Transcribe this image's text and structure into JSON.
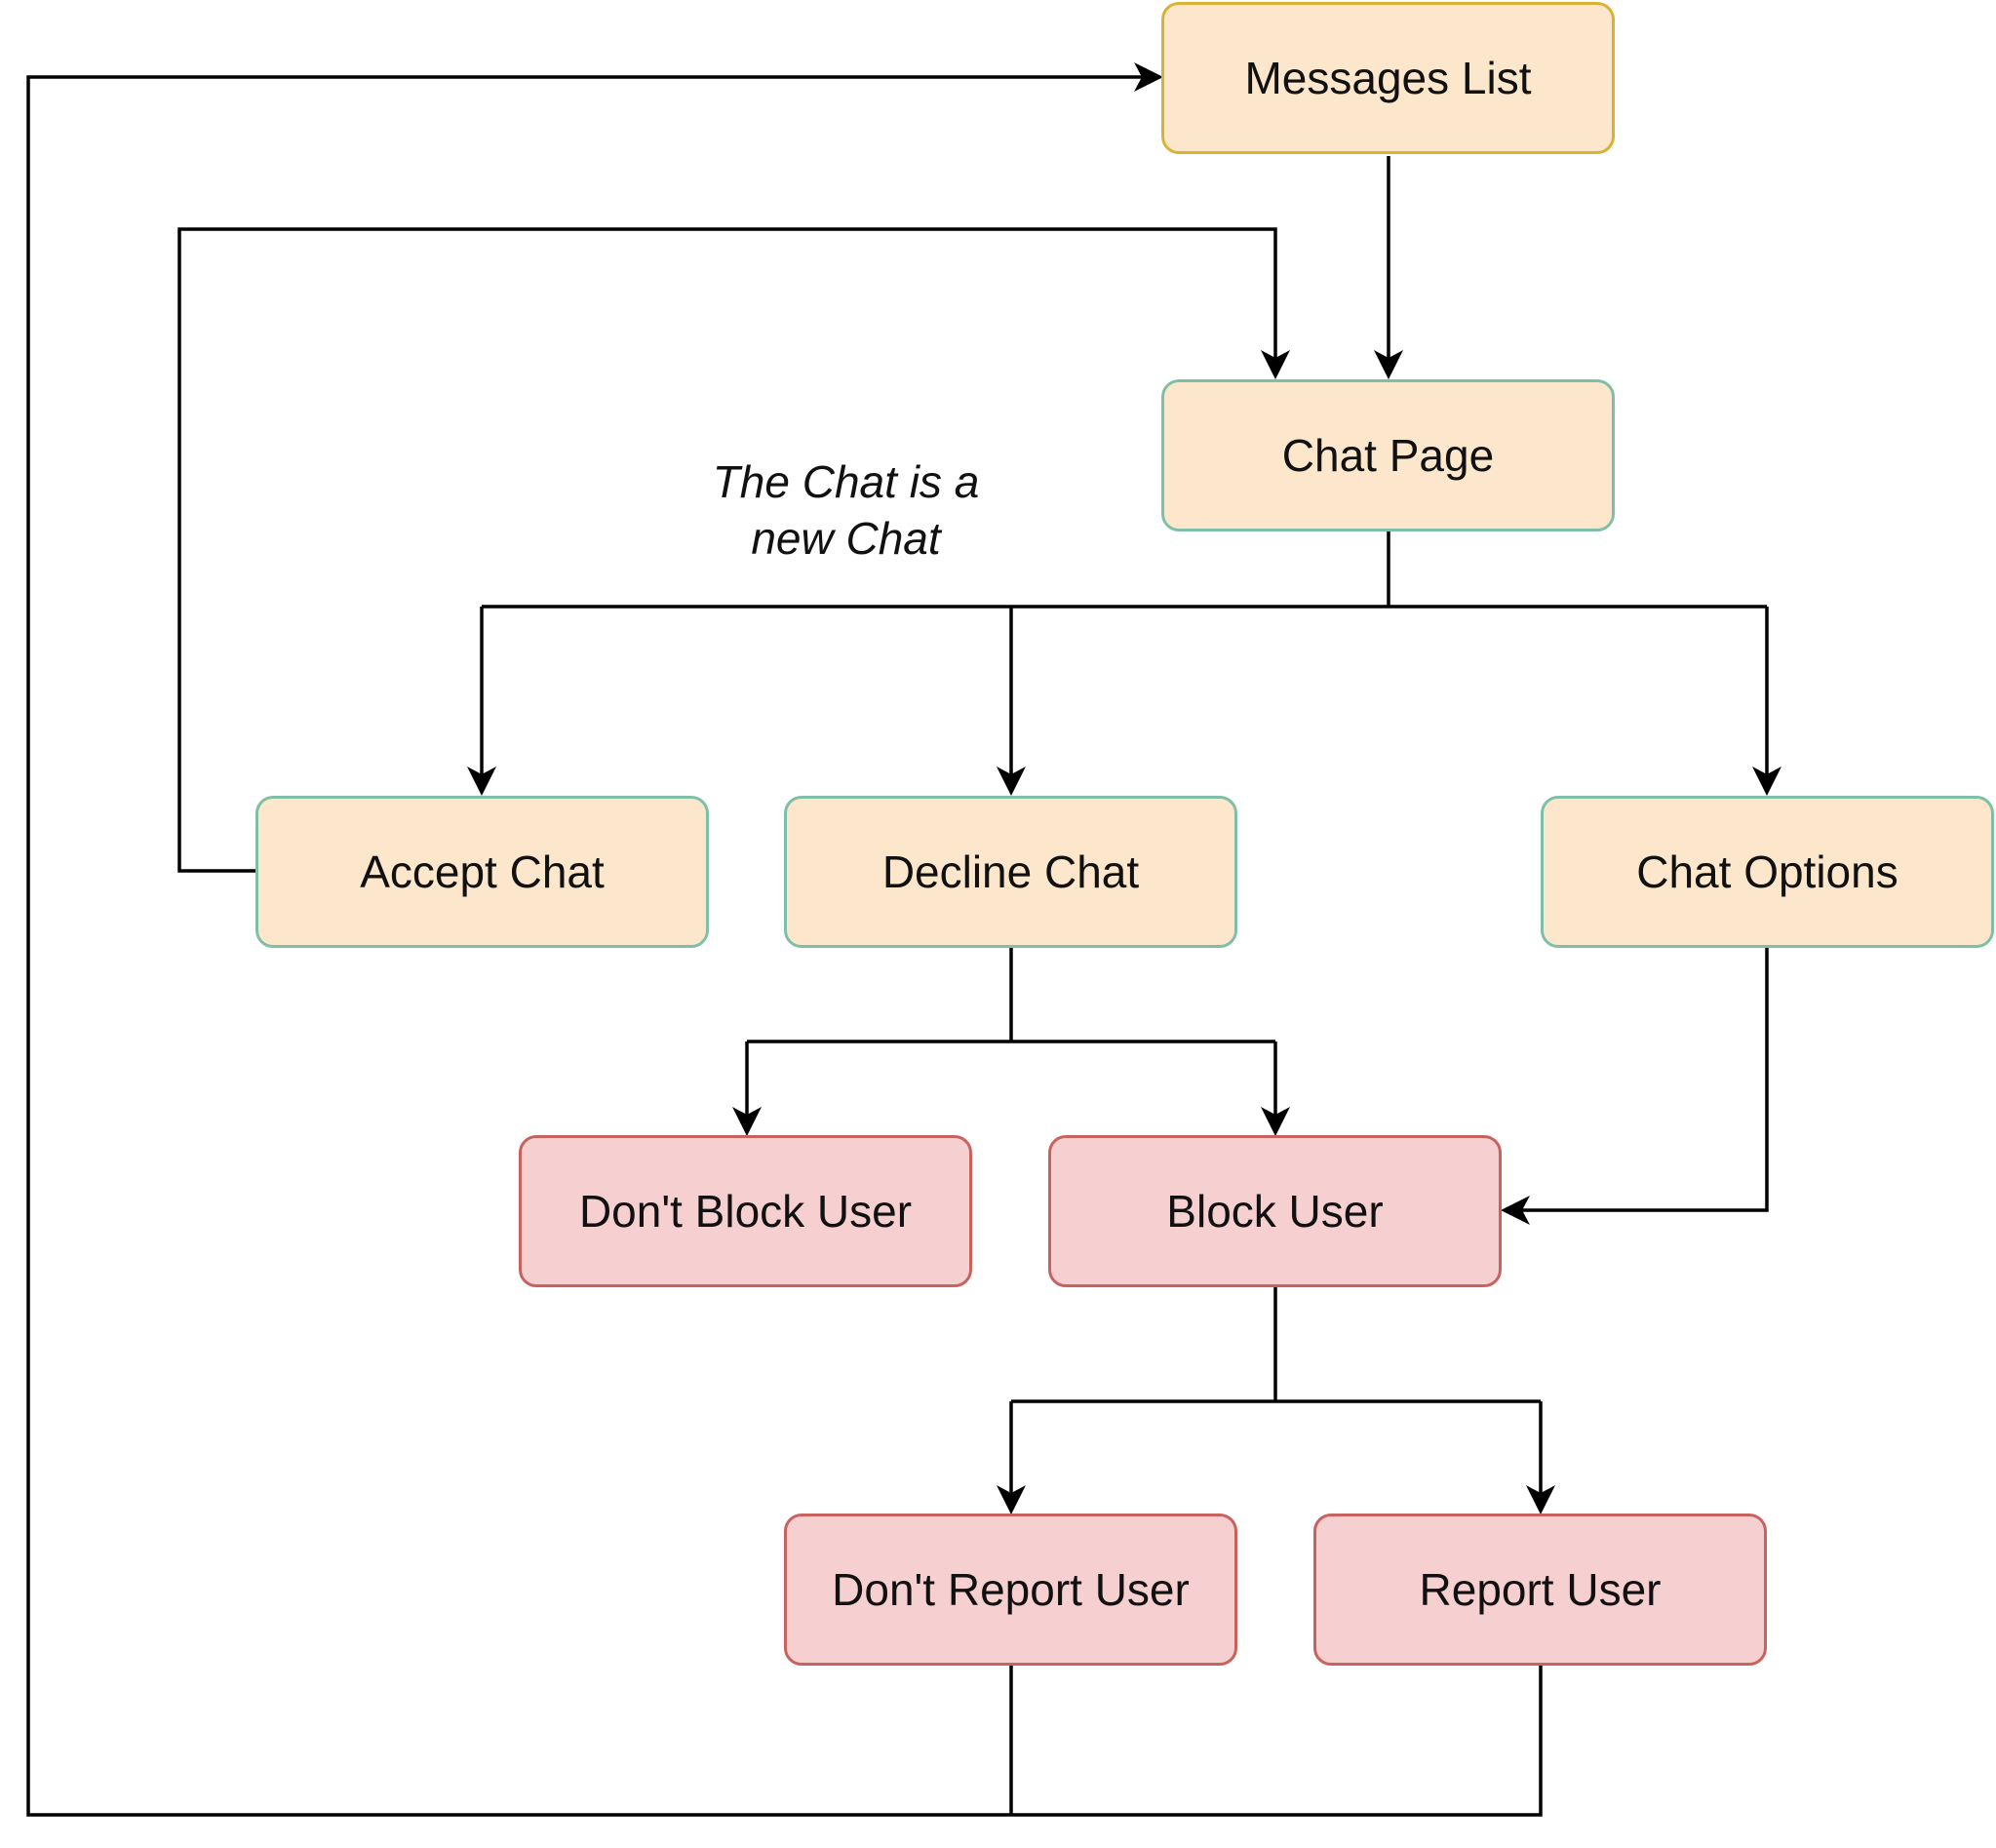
{
  "nodes": {
    "messages_list": "Messages List",
    "chat_page": "Chat Page",
    "accept_chat": "Accept Chat",
    "decline_chat": "Decline Chat",
    "chat_options": "Chat Options",
    "dont_block_user": "Don't Block User",
    "block_user": "Block User",
    "dont_report_user": "Don't Report User",
    "report_user": "Report User"
  },
  "annotation": {
    "line1": "The Chat is a",
    "line2": "new Chat"
  },
  "colors": {
    "node_fill": "#fde7cc",
    "node_border": "#7fbfa8",
    "primary_border": "#d9b234",
    "danger_fill": "#f6cfd0",
    "danger_border": "#c8625e",
    "edge": "#000000"
  }
}
